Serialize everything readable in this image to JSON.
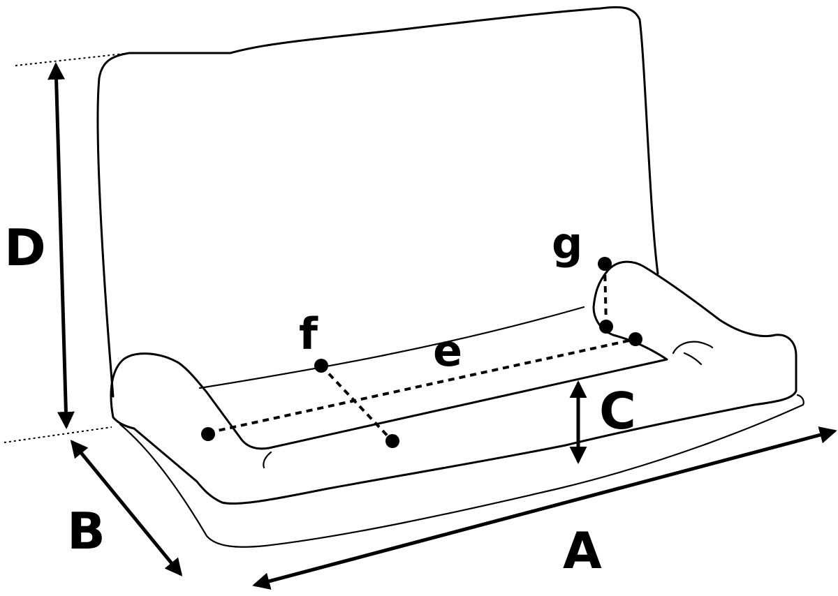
{
  "labels": {
    "a": "A",
    "b": "B",
    "c": "C",
    "d": "D",
    "e": "e",
    "f": "f",
    "g": "g"
  },
  "colors": {
    "ink": "#000000",
    "background": "#ffffff"
  }
}
